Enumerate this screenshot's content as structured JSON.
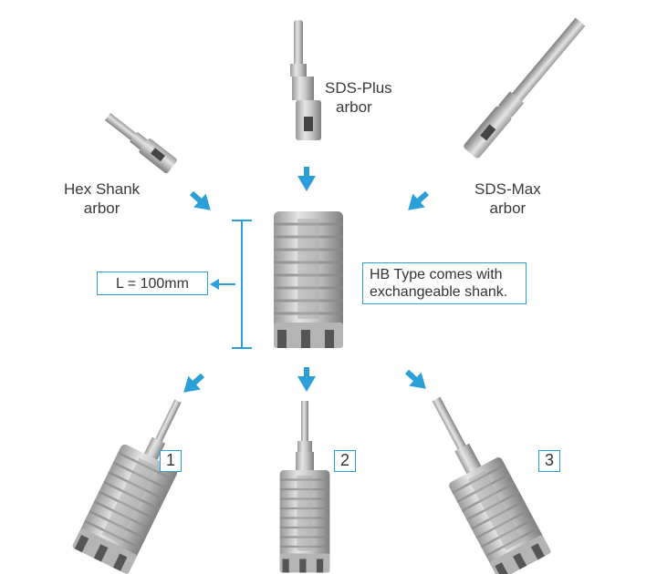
{
  "labels": {
    "sds_plus": [
      "SDS-Plus",
      "arbor"
    ],
    "hex_shank": [
      "Hex Shank",
      "arbor"
    ],
    "sds_max": [
      "SDS-Max",
      "arbor"
    ],
    "length": "L = 100mm",
    "hb_type": [
      "HB Type comes with",
      "exchangeable shank."
    ]
  },
  "variants": [
    "1",
    "2",
    "3"
  ],
  "colors": {
    "accent": "#2a9fd8",
    "metal_light": "#d8d8d8",
    "metal_dark": "#8a8a8a"
  }
}
